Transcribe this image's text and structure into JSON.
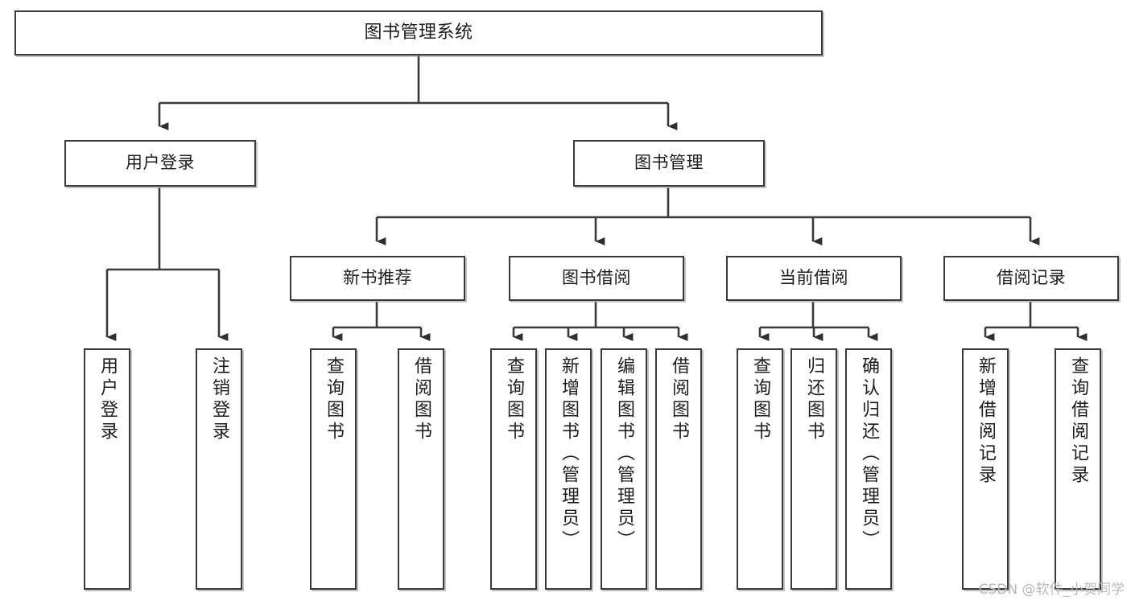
{
  "diagram": {
    "title": "图书管理系统",
    "watermark": "CSDN @软件_小贺同学",
    "colors": {
      "background": "#ffffff",
      "box_border": "#3a3a3a",
      "box_fill": "#ffffff",
      "connector": "#3a3a3a",
      "text": "#1d1d1d",
      "watermark": "#b9b9b9"
    },
    "nodes": {
      "root": "图书管理系统",
      "level2": {
        "user_login": "用户登录",
        "book_manage": "图书管理"
      },
      "level3": {
        "new_book_recommend": "新书推荐",
        "book_borrow": "图书借阅",
        "current_borrow": "当前借阅",
        "borrow_record": "借阅记录"
      },
      "leaves": {
        "user_login_children": [
          "用户登录",
          "注销登录"
        ],
        "new_book_recommend_children": [
          "查询图书",
          "借阅图书"
        ],
        "book_borrow_children": [
          "查询图书",
          "新增图书（管理员）",
          "编辑图书（管理员）",
          "借阅图书"
        ],
        "current_borrow_children": [
          "查询图书",
          "归还图书",
          "确认归还（管理员）"
        ],
        "borrow_record_children": [
          "新增借阅记录",
          "查询借阅记录"
        ]
      }
    }
  }
}
